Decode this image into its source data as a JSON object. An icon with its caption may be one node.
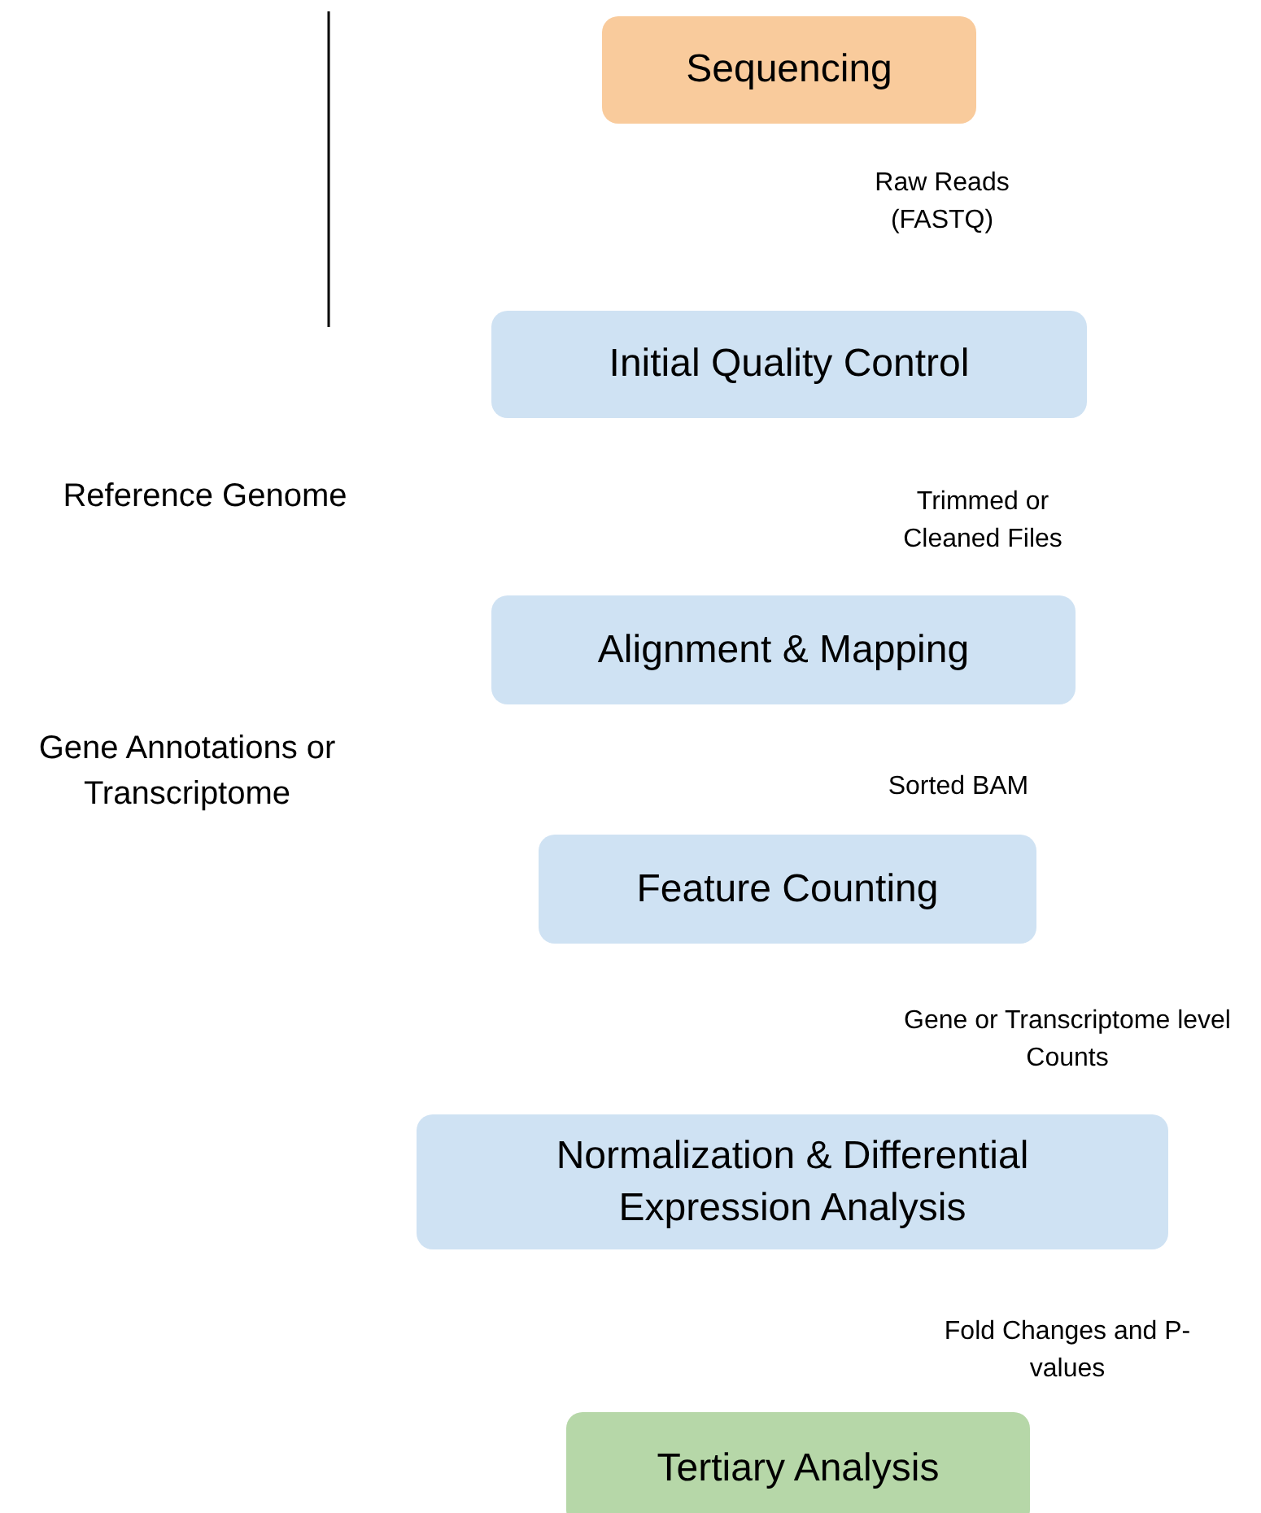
{
  "diagram": {
    "nodes": [
      {
        "text": [
          "Sequencing"
        ]
      },
      {
        "text": [
          "Initial Quality Control"
        ]
      },
      {
        "text": [
          "Alignment & Mapping"
        ]
      },
      {
        "text": [
          "Feature Counting"
        ]
      },
      {
        "text": [
          "Normalization & Differential Expression Analysis"
        ]
      },
      {
        "text": [
          "Tertiary Analysis"
        ]
      }
    ],
    "labels": [
      "Raw Reads (FASTQ)",
      "Reference Genome",
      "Trimmed or Cleaned Files",
      "Gene Annotations or Transcriptome",
      "Sorted BAM",
      "Gene or Transcriptome level Counts",
      "Fold Changes and P-values"
    ]
  }
}
